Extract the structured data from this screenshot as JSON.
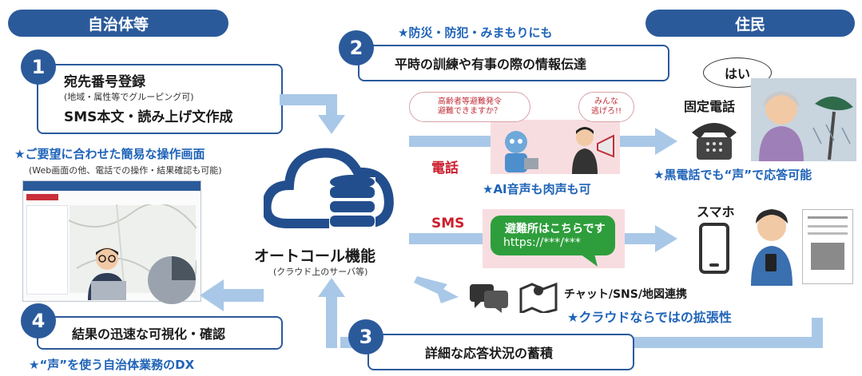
{
  "headers": {
    "left": "自治体等",
    "right": "住民"
  },
  "step1": {
    "number": "1",
    "title": "宛先番号登録",
    "sub": "(地域・属性等でグルーピング可)",
    "line2": "SMS本文・読み上げ文作成"
  },
  "ui_note": {
    "title": "★ご要望に合わせた簡易な操作画面",
    "sub": "(Web画面の他、電話での操作・結果確認も可能)"
  },
  "step2": {
    "number": "2",
    "tagline": "★防災・防犯・みまもりにも",
    "title": "平時の訓練や有事の際の情報伝達"
  },
  "center": {
    "title": "オートコール機能",
    "sub": "(クラウド上のサーバ等)"
  },
  "phone": {
    "label": "電話",
    "bubble1": "高齢者等避難発令\n避難できますか？",
    "bubble2": "みんな\n逃げろ!!",
    "note": "★AI音声も肉声も可"
  },
  "sms": {
    "label": "SMS",
    "message_line1": "避難所はこちらです",
    "message_line2": "https://***/***"
  },
  "resident_phone": {
    "reply": "はい",
    "label": "固定電話",
    "note": "★黒電話でも“声”で応答可能"
  },
  "resident_sp": {
    "label": "スマホ"
  },
  "expansion": {
    "channels": "チャット/SNS/地図連携",
    "note": "★クラウドならではの拡張性"
  },
  "step3": {
    "number": "3",
    "title": "詳細な応答状況の蓄積"
  },
  "step4": {
    "number": "4",
    "title": "結果の迅速な可視化・確認"
  },
  "footer_note": "★“声”を使う自治体業務のDX",
  "colors": {
    "primary": "#2b5a9b",
    "accent_blue": "#1f63b8",
    "accent_red": "#cc1f2e",
    "arrow": "#a9c8e8",
    "pink_panel": "#f8dde0",
    "sms_green": "#2e9e3c"
  }
}
